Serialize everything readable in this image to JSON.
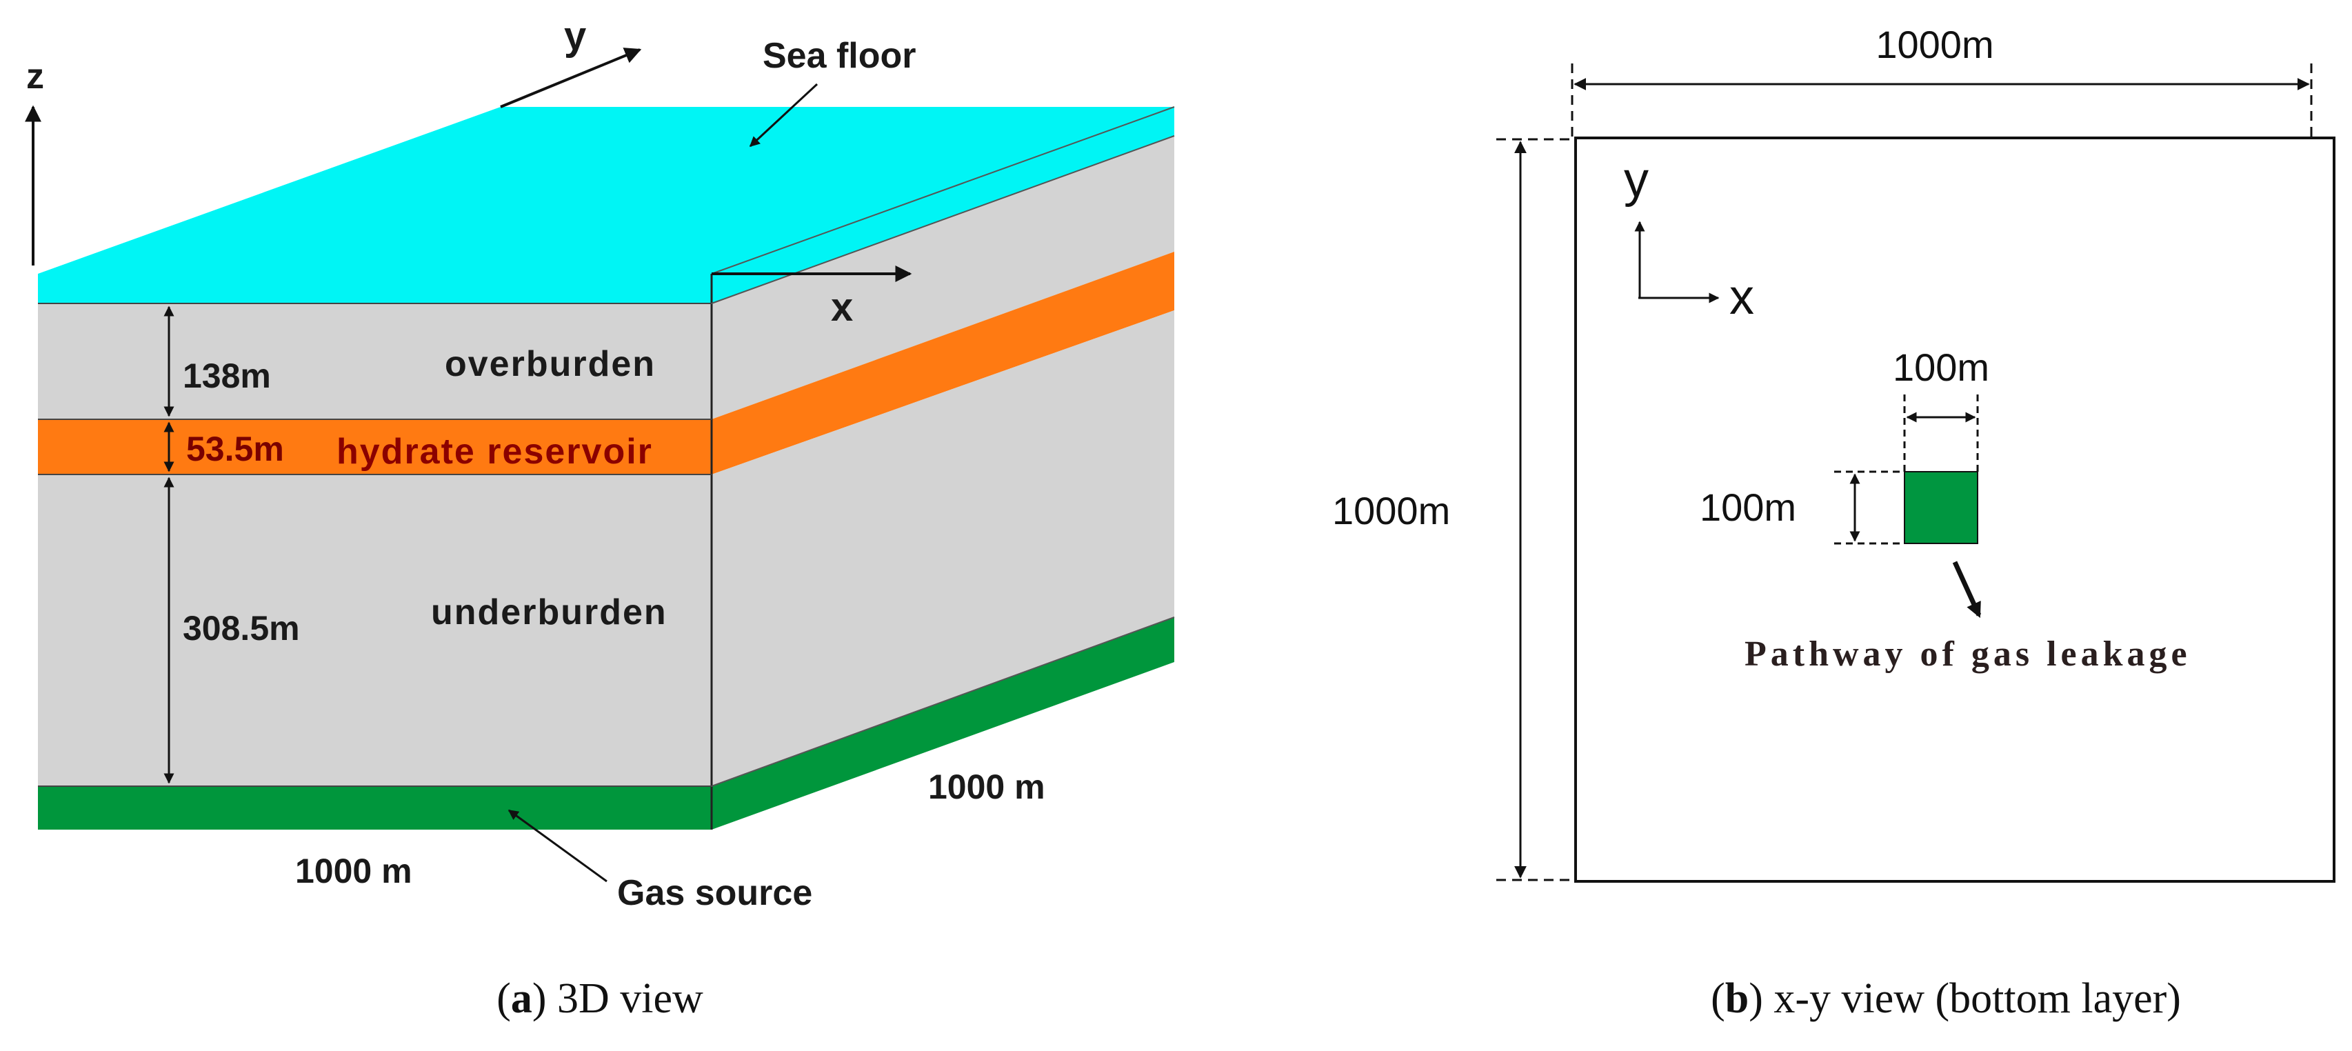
{
  "panel_a": {
    "axis_z": "z",
    "axis_y": "y",
    "axis_x": "x",
    "sea_floor_label": "Sea floor",
    "layer_overburden": "overburden",
    "layer_hydrate": "hydrate reservoir",
    "layer_underburden": "underburden",
    "thickness_overburden": "138m",
    "thickness_hydrate": "53.5m",
    "thickness_underburden": "308.5m",
    "dim_front": "1000 m",
    "dim_side": "1000 m",
    "gas_source_label": "Gas source",
    "caption_letter": "a",
    "caption_text": " 3D view",
    "colors": {
      "sea_floor": "#00f5f5",
      "sediment": "#d3d3d3",
      "hydrate": "#ff7a12",
      "gas_source": "#00963c",
      "hydrate_text": "#8b0000"
    }
  },
  "panel_b": {
    "dim_top": "1000m",
    "dim_left": "1000m",
    "axis_y": "y",
    "axis_x": "x",
    "leak_width": "100m",
    "leak_height": "100m",
    "leak_label": "Pathway of gas leakage",
    "caption_letter": "b",
    "caption_text": " x-y view (bottom layer)",
    "colors": {
      "leak_zone": "#009640"
    }
  }
}
